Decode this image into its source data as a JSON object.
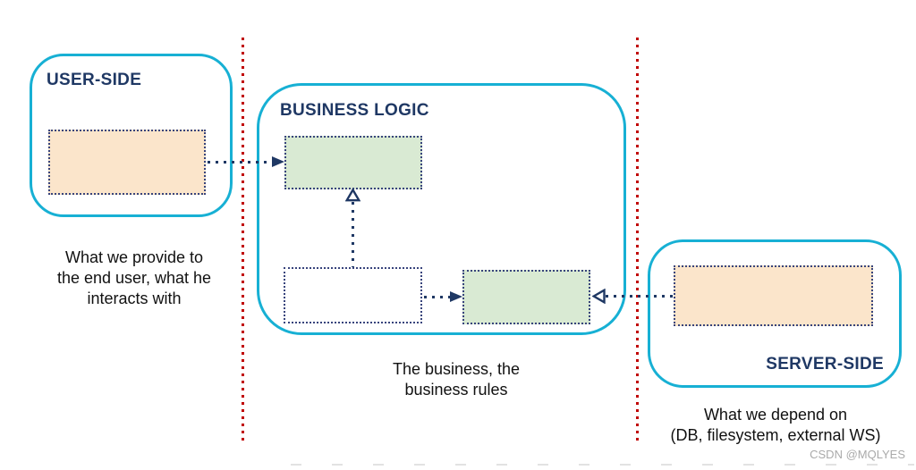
{
  "diagram": {
    "user_side": {
      "label": "USER-SIDE",
      "caption": "What we provide to\nthe end user, what he\ninteracts with"
    },
    "business_logic": {
      "label": "BUSINESS LOGIC",
      "caption": "The business, the\nbusiness rules"
    },
    "server_side": {
      "label": "SERVER-SIDE",
      "caption": "What we depend on\n(DB, filesystem, external WS)"
    },
    "arrows": [
      {
        "name": "user-to-business-top",
        "style": "dotted",
        "head": "filled-right"
      },
      {
        "name": "core-up-to-top",
        "style": "dotted",
        "head": "open-up"
      },
      {
        "name": "core-to-gateway",
        "style": "dotted",
        "head": "filled-right"
      },
      {
        "name": "server-to-gateway",
        "style": "dotted",
        "head": "open-left"
      }
    ]
  },
  "watermark": "CSDN @MQLYES",
  "colors": {
    "container_border": "#17b0d4",
    "heading_text": "#1f3864",
    "arrow": "#1f3864",
    "node_border": "#38447c",
    "divider": "#c00000",
    "peach_fill": "#fbe5cb",
    "green_fill": "#d9ead3",
    "caption_text": "#111111",
    "watermark_text": "#aaaaaa"
  }
}
